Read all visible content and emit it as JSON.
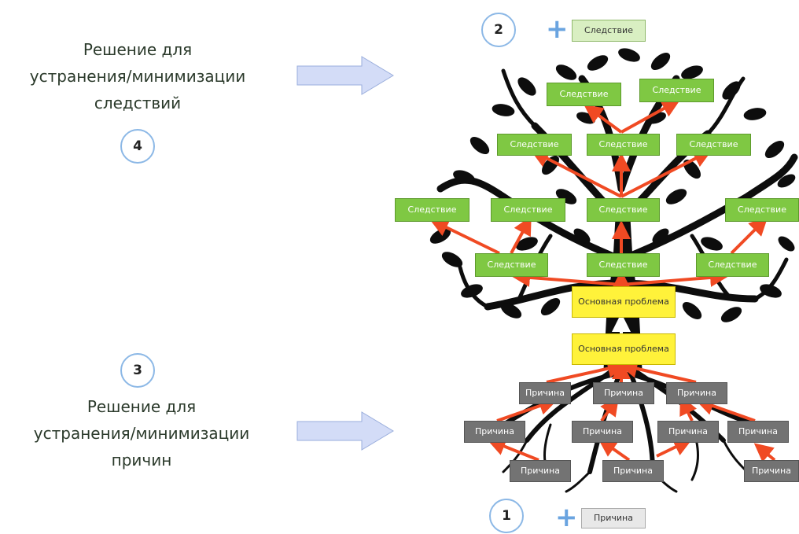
{
  "left": {
    "effects_solution": [
      "Решение для",
      "устранения/минимизации",
      "следствий"
    ],
    "effects_number": "4",
    "causes_number": "3",
    "causes_solution": [
      "Решение для",
      "устранения/минимизации",
      "причин"
    ]
  },
  "legend": {
    "effect_number": "2",
    "effect_plus": "+",
    "effect_label": "Следствие",
    "cause_number": "1",
    "cause_plus": "+",
    "cause_label": "Причина"
  },
  "tree": {
    "effect_label": "Следствие",
    "cause_label": "Причина",
    "core_problem_label": "Основная проблема"
  },
  "colors": {
    "effect": "#7fc843",
    "cause": "#737373",
    "problem": "#fff23a",
    "arrow": "#f04a23",
    "block_arrow": "#d3dcf7"
  }
}
